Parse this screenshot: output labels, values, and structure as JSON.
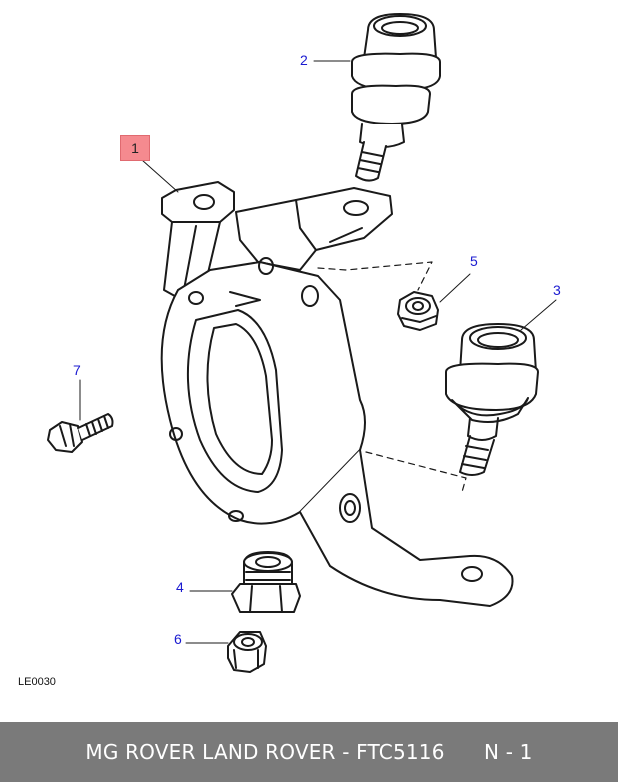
{
  "diagram": {
    "code": "LE0030",
    "callouts": [
      {
        "id": "1",
        "label": "1",
        "highlighted": true
      },
      {
        "id": "2",
        "label": "2",
        "highlighted": false
      },
      {
        "id": "3",
        "label": "3",
        "highlighted": false
      },
      {
        "id": "4",
        "label": "4",
        "highlighted": false
      },
      {
        "id": "5",
        "label": "5",
        "highlighted": false
      },
      {
        "id": "6",
        "label": "6",
        "highlighted": false
      },
      {
        "id": "7",
        "label": "7",
        "highlighted": false
      }
    ],
    "colors": {
      "callout_text": "#1a1ad0",
      "highlight": "#f58a8f",
      "footer_bg": "#7a7a7a",
      "line": "#1a1a1a"
    }
  },
  "footer": {
    "text": "MG ROVER LAND ROVER - FTC5116      N - 1"
  }
}
